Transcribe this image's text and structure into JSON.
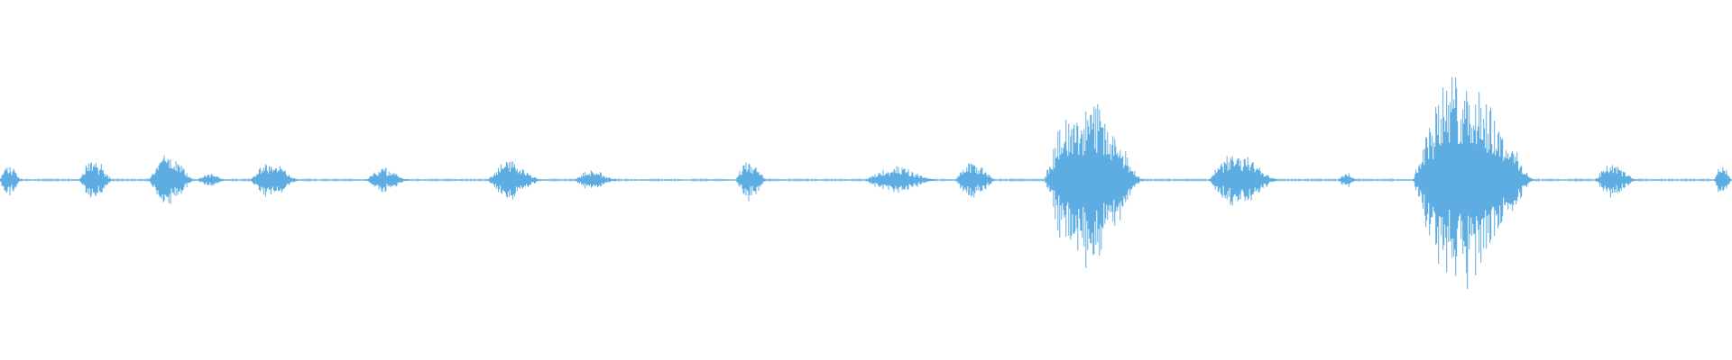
{
  "waveform": {
    "color": "#5dade2",
    "background": "#ffffff",
    "bursts": [
      {
        "start": 0.0,
        "end": 0.012,
        "peak": 0.05
      },
      {
        "start": 0.046,
        "end": 0.065,
        "peak": 0.07
      },
      {
        "start": 0.086,
        "end": 0.112,
        "peak": 0.08
      },
      {
        "start": 0.114,
        "end": 0.13,
        "peak": 0.02
      },
      {
        "start": 0.145,
        "end": 0.172,
        "peak": 0.06
      },
      {
        "start": 0.212,
        "end": 0.235,
        "peak": 0.04
      },
      {
        "start": 0.282,
        "end": 0.312,
        "peak": 0.06
      },
      {
        "start": 0.332,
        "end": 0.356,
        "peak": 0.03
      },
      {
        "start": 0.425,
        "end": 0.443,
        "peak": 0.06
      },
      {
        "start": 0.5,
        "end": 0.54,
        "peak": 0.04
      },
      {
        "start": 0.552,
        "end": 0.575,
        "peak": 0.06
      },
      {
        "start": 0.603,
        "end": 0.66,
        "peak": 0.26
      },
      {
        "start": 0.698,
        "end": 0.738,
        "peak": 0.08
      },
      {
        "start": 0.773,
        "end": 0.783,
        "peak": 0.03
      },
      {
        "start": 0.816,
        "end": 0.886,
        "peak": 0.32
      },
      {
        "start": 0.921,
        "end": 0.945,
        "peak": 0.05
      },
      {
        "start": 0.99,
        "end": 1.0,
        "peak": 0.05
      }
    ]
  }
}
